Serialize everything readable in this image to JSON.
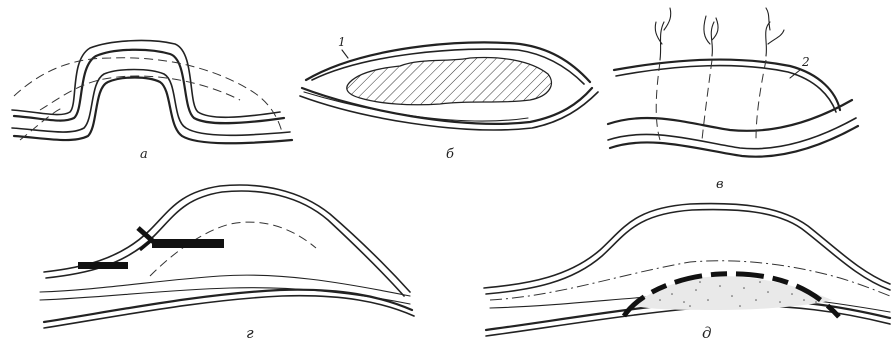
{
  "figure": {
    "panel_labels": {
      "a": "а",
      "b": "б",
      "v": "в",
      "g": "г",
      "d": "д"
    },
    "callouts": {
      "one": "1",
      "two": "2"
    }
  }
}
